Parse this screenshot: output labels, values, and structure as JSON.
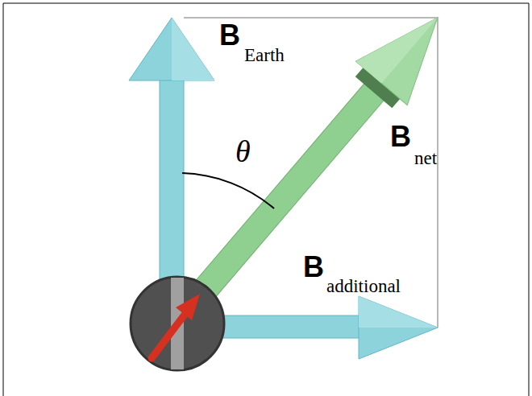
{
  "diagram": {
    "labels": [
      "B",
      "Earth",
      "θ",
      "B",
      "net",
      "B",
      "additional"
    ]
  }
}
